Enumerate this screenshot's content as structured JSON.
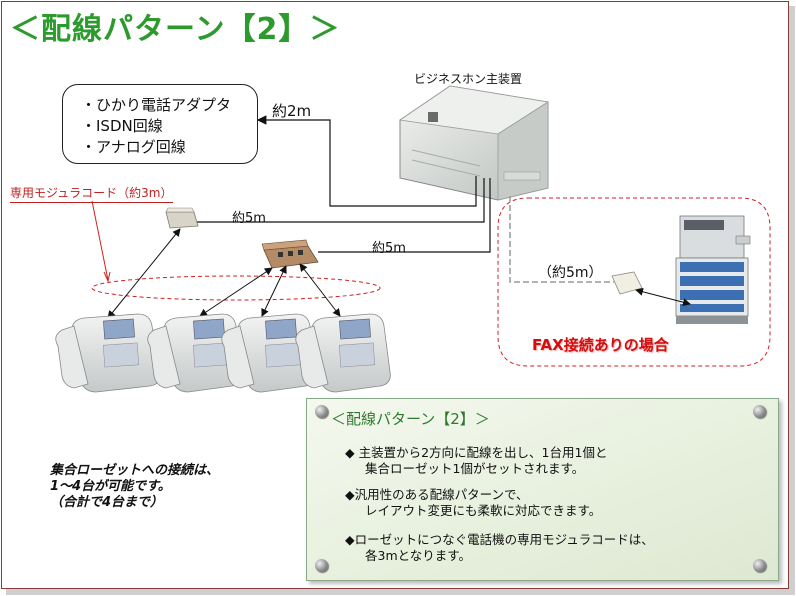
{
  "title": "＜配線パターン【2】＞",
  "main_unit": {
    "label": "ビジネスホン主装置"
  },
  "connections": {
    "items": [
      "・ひかり電話アダプタ",
      "・ISDN回線",
      "・アナログ回線"
    ]
  },
  "cable_labels": {
    "to_connections": "約2m",
    "to_single_rosette": "約5m",
    "to_multi_rosette": "約5m",
    "to_fax": "（約5m）"
  },
  "rosette_cord_label": "専用モジュラコード（約3m）",
  "fax_caption": "FAX接続ありの場合",
  "note": {
    "line1": "集合ローゼットへの接続は、",
    "line2": "1～4台が可能です。",
    "line3": "（合計で4台まで）"
  },
  "panel": {
    "title": "＜配線パターン【2】＞",
    "bullets": [
      {
        "line1": "◆ 主装置から2方向に配線を出し、1台用1個と",
        "line2": "集合ローゼット1個がセットされます。"
      },
      {
        "line1": "◆汎用性のある配線パターンで、",
        "line2": "レイアウト変更にも柔軟に対応できます。"
      },
      {
        "line1": "◆ローゼットにつなぐ電話機の専用モジュラコードは、",
        "line2": "各3mとなります。"
      }
    ]
  },
  "colors": {
    "title": "#2d9a2d",
    "panel_title": "#2d7a2d",
    "dashed_red": "#d02020",
    "fax_caption": "#d01010",
    "frame": "#8a3a3a"
  }
}
